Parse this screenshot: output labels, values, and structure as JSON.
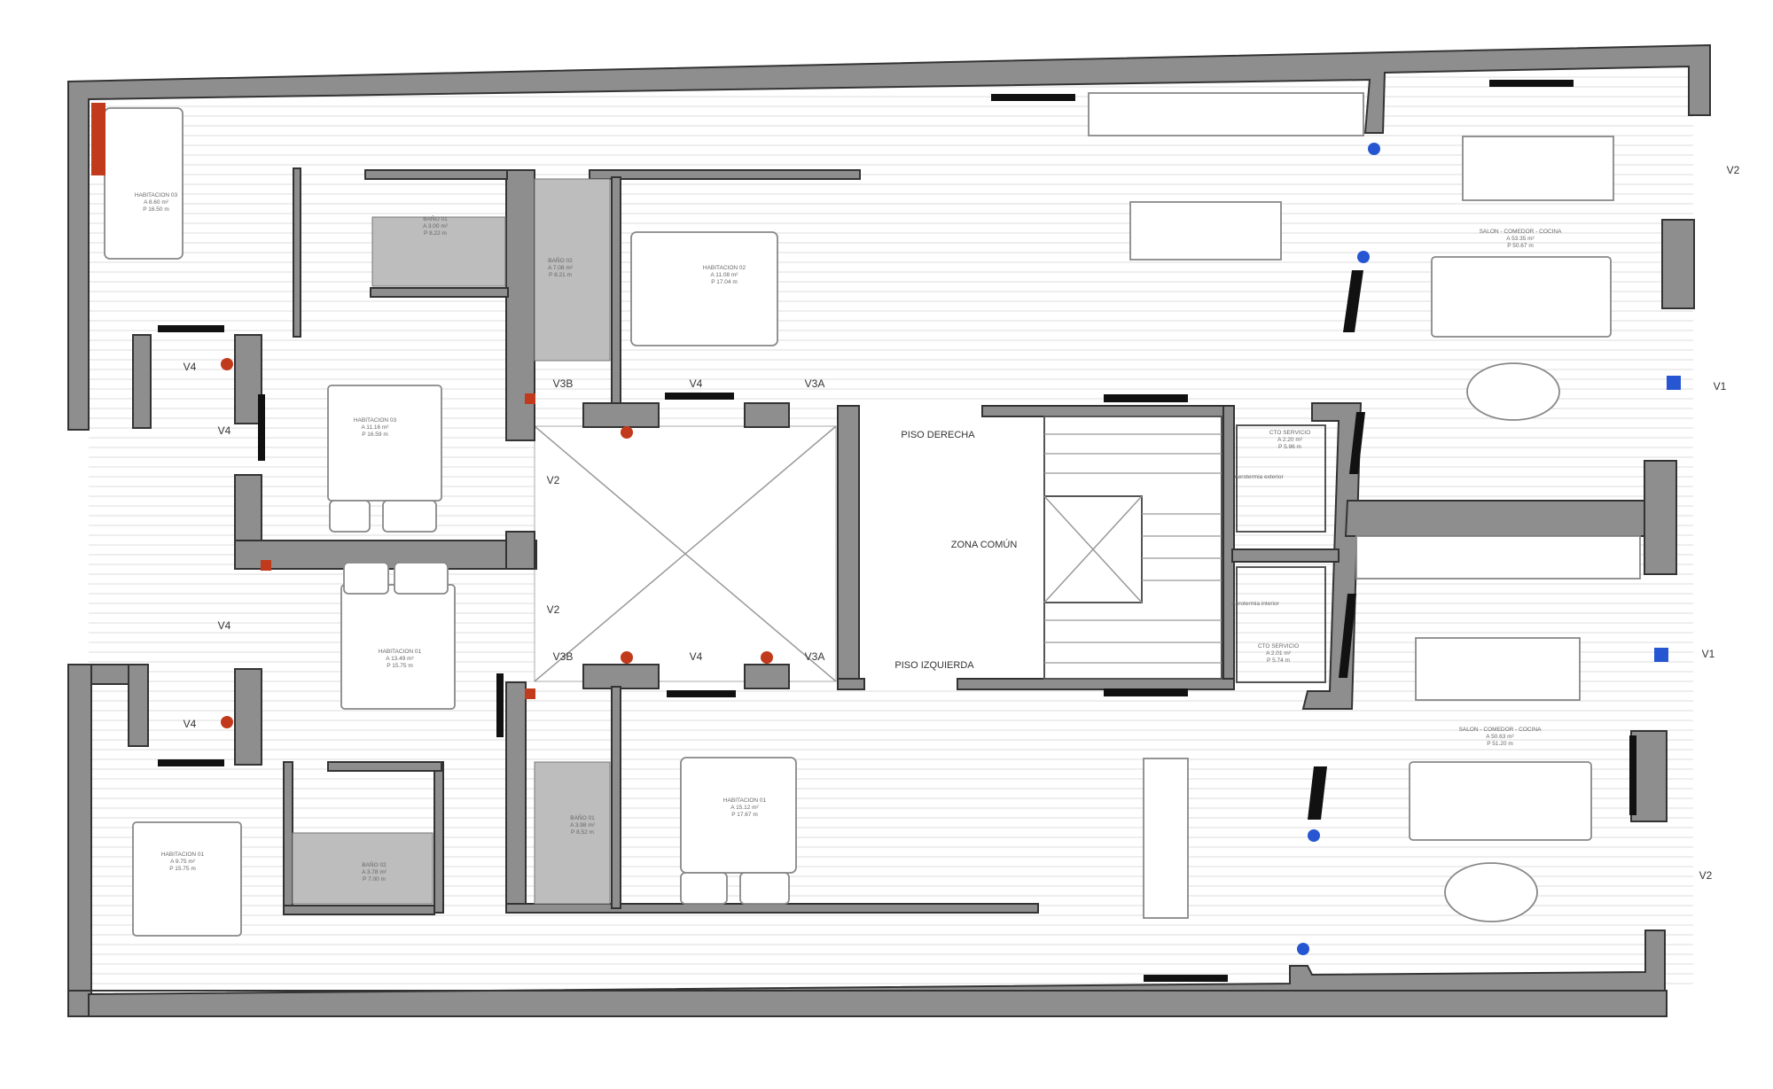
{
  "plan": {
    "zones": {
      "right_unit": "PISO DERECHA",
      "common": "ZONA COMÚN",
      "left_unit": "PISO IZQUIERDA"
    },
    "rooms": [
      {
        "name": "HABITACION 03",
        "area": "A 8.60 m²",
        "perimeter": "P 16.50 m"
      },
      {
        "name": "BAÑO 01",
        "area": "A 3.00 m²",
        "perimeter": "P 8.22 m"
      },
      {
        "name": "BAÑO 02",
        "area": "A 7.08 m²",
        "perimeter": "P 8.21 m"
      },
      {
        "name": "HABITACION 02",
        "area": "A 11.08 m²",
        "perimeter": "P 17.04 m"
      },
      {
        "name": "HABITACION 03",
        "area": "A 11.16 m²",
        "perimeter": "P 16.59 m"
      },
      {
        "name": "HABITACION 01",
        "area": "A 13.49 m²",
        "perimeter": "P 15.75 m"
      },
      {
        "name": "HABITACION 01",
        "area": "A 9.75 m²",
        "perimeter": "P 15.75 m"
      },
      {
        "name": "BAÑO 02",
        "area": "A 3.78 m²",
        "perimeter": "P 7.00 m"
      },
      {
        "name": "BAÑO 01",
        "area": "A 3.98 m²",
        "perimeter": "P 8.52 m"
      },
      {
        "name": "HABITACION 01",
        "area": "A 15.12 m²",
        "perimeter": "P 17.67 m"
      },
      {
        "name": "SALON - COMEDOR - COCINA",
        "area": "A 53.35 m²",
        "perimeter": "P 50.67 m"
      },
      {
        "name": "SALON - COMEDOR - COCINA",
        "area": "A 50.63 m²",
        "perimeter": "P 51.20 m"
      },
      {
        "name": "CTO SERVICIO",
        "area": "A 2.20 m²",
        "perimeter": "P 5.96 m"
      },
      {
        "name": "CTO SERVICIO",
        "area": "A 2.01 m²",
        "perimeter": "P 5.74 m"
      }
    ],
    "notes": [
      "Aerotermia exterior",
      "Aerotermia interior"
    ],
    "windows": [
      "V4",
      "V4",
      "V4",
      "V4",
      "V3B",
      "V4",
      "V3A",
      "V2",
      "V2",
      "V3B",
      "V4",
      "V3A",
      "V2",
      "V1",
      "V1",
      "V2"
    ],
    "colors": {
      "wall": "#8e8e8e",
      "wet_area": "#bdbdbd",
      "column_marker": "#c23a1c",
      "installation_marker": "#2656d1"
    }
  }
}
